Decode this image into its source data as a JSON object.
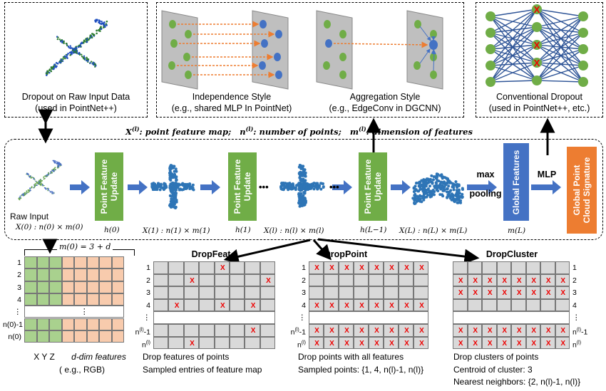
{
  "panels": {
    "raw_dropout": {
      "line1": "Dropout on Raw Input Data",
      "line2": "(used in PointNet++)"
    },
    "independence": {
      "line1": "Independence Style",
      "line2": "(e.g., shared MLP In PointNet)"
    },
    "aggregation": {
      "line1": "Aggregation Style",
      "line2": "(e.g., EdgeConv in DGCNN)"
    },
    "conventional": {
      "line1": "Conventional Dropout",
      "line2": "(used in PointNet++, etc.)"
    }
  },
  "legend": {
    "x_sym": "X",
    "x_sup": "(l)",
    "x_desc": ": point feature map;",
    "n_sym": "n",
    "n_sup": "(l)",
    "n_desc": ": number of points;",
    "m_sym": "m",
    "m_sup": "(l)",
    "m_desc": ": dimension of features"
  },
  "pipeline": {
    "raw_input": "Raw Input",
    "pfu_label_1": "Point Feature",
    "pfu_label_2": "Update",
    "h0": "h(0)",
    "h1": "h(1)",
    "hL1": "h(L−1)",
    "x0": "X(0) : n(0) × m(0)",
    "x1": "X(1) : n(1) × m(1)",
    "xl": "X(l) : n(l) × m(l)",
    "xL": "X(L) : n(L) × m(L)",
    "dots": "•••",
    "max": "max",
    "pooling": "pooling",
    "mlp": "MLP",
    "global_features": "Global Features",
    "mL": "m(L)",
    "signature_1": "Global Point",
    "signature_2": "Cloud Signature",
    "colors": {
      "green": "#70ad47",
      "blue": "#4472c4",
      "orange": "#ed7d31",
      "arrow": "#4472c4"
    }
  },
  "matrix": {
    "m0": "m(0) = 3 + d",
    "rows": [
      "1",
      "2",
      "3",
      "4",
      "⋮",
      "n(0)-1",
      "n(0)"
    ],
    "caption_xyz": "X  Y  Z",
    "caption_d": "d-dim features",
    "caption_rgb": "( e.g., RGB)"
  },
  "dropfeat": {
    "title": "DropFeat",
    "rows": [
      "1",
      "2",
      "3",
      "4",
      "⋮",
      "n(l)-1",
      "n(l)"
    ],
    "desc1": "Drop features of points",
    "desc2": "Sampled entries of feature map"
  },
  "droppoint": {
    "title": "DropPoint",
    "rows": [
      "1",
      "2",
      "3",
      "4",
      "⋮",
      "n(l)-1",
      "n(l)"
    ],
    "desc1": "Drop points with all features",
    "desc2": "Sampled points: {1, 4, n(l)-1, n(l)}"
  },
  "dropcluster": {
    "title": "DropCluster",
    "rows": [
      "1",
      "2",
      "3",
      "4",
      "⋮",
      "n(l)-1",
      "n(l)"
    ],
    "desc1": "Drop clusters of points",
    "desc2": "Centroid of cluster: 3",
    "desc3": "Nearest neighbors: {2, n(l)-1, n(l)}"
  },
  "x_mark": "X",
  "vdots": "⋮"
}
